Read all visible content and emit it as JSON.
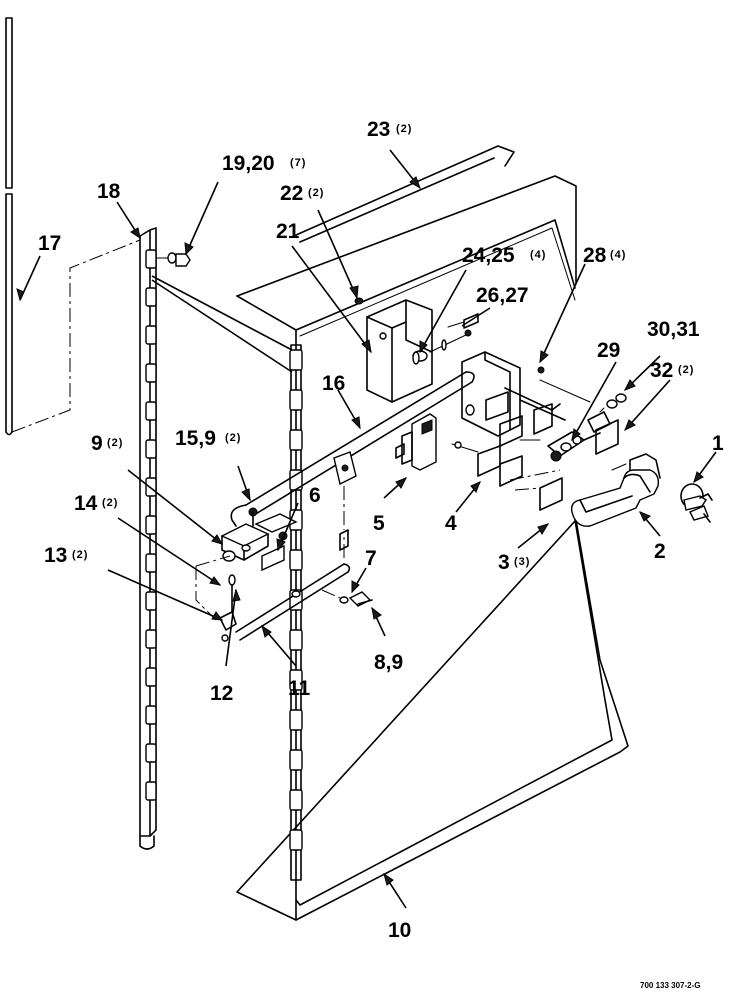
{
  "diagram": {
    "callouts": [
      {
        "id": "c1",
        "label": "1",
        "qty": ""
      },
      {
        "id": "c2",
        "label": "2",
        "qty": ""
      },
      {
        "id": "c3",
        "label": "3",
        "qty": "(3)"
      },
      {
        "id": "c4",
        "label": "4",
        "qty": ""
      },
      {
        "id": "c5",
        "label": "5",
        "qty": ""
      },
      {
        "id": "c6",
        "label": "6",
        "qty": ""
      },
      {
        "id": "c7",
        "label": "7",
        "qty": ""
      },
      {
        "id": "c8",
        "label": "8,9",
        "qty": ""
      },
      {
        "id": "c9",
        "label": "9",
        "qty": "(2)"
      },
      {
        "id": "c10",
        "label": "10",
        "qty": ""
      },
      {
        "id": "c11",
        "label": "11",
        "qty": ""
      },
      {
        "id": "c12",
        "label": "12",
        "qty": ""
      },
      {
        "id": "c13",
        "label": "13",
        "qty": "(2)"
      },
      {
        "id": "c14",
        "label": "14",
        "qty": "(2)"
      },
      {
        "id": "c15",
        "label": "15,9",
        "qty": "(2)"
      },
      {
        "id": "c16",
        "label": "16",
        "qty": ""
      },
      {
        "id": "c17",
        "label": "17",
        "qty": ""
      },
      {
        "id": "c18",
        "label": "18",
        "qty": ""
      },
      {
        "id": "c19",
        "label": "19,20",
        "qty": "(7)"
      },
      {
        "id": "c21",
        "label": "21",
        "qty": ""
      },
      {
        "id": "c22",
        "label": "22",
        "qty": "(2)"
      },
      {
        "id": "c23",
        "label": "23",
        "qty": "(2)"
      },
      {
        "id": "c24",
        "label": "24,25",
        "qty": "(4)"
      },
      {
        "id": "c26",
        "label": "26,27",
        "qty": ""
      },
      {
        "id": "c28",
        "label": "28",
        "qty": "(4)"
      },
      {
        "id": "c29",
        "label": "29",
        "qty": ""
      },
      {
        "id": "c30",
        "label": "30,31",
        "qty": ""
      },
      {
        "id": "c32",
        "label": "32",
        "qty": "(2)"
      }
    ],
    "document_number": "700 133 307-2-G"
  }
}
